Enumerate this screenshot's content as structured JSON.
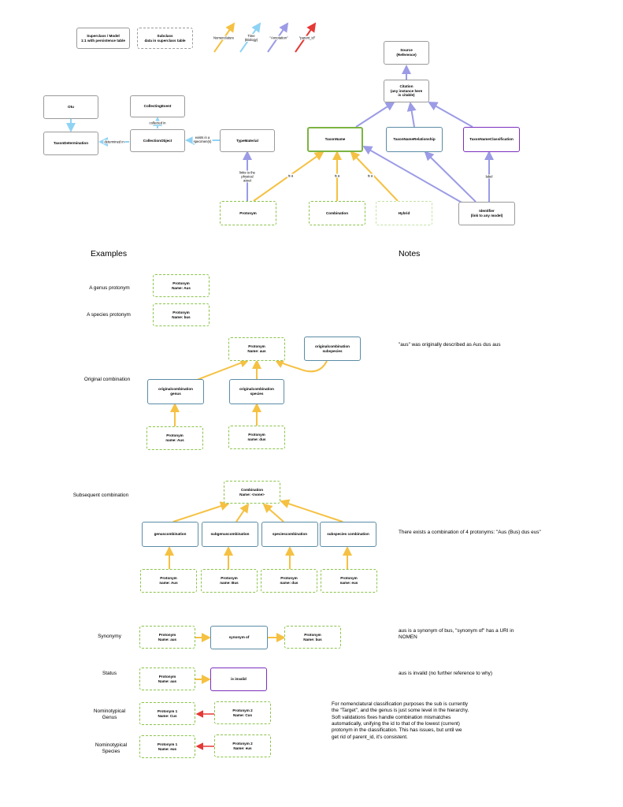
{
  "colors": {
    "nomenclature": "#f5c142",
    "time": "#8fd3f4",
    "annotation": "#9b9be6",
    "parent_id": "#e53935"
  },
  "legend": {
    "superclass": "Superclass / Model\n1:1 with persistence table",
    "subclass": "Subclass\ndata in superclass table",
    "nomenclature": "Nomenclature",
    "time": "Time\n(Biology)",
    "annotation": "\"Annotation\"",
    "parent_id": "\"parent_id\""
  },
  "model": {
    "source": "Source\n(Reference)",
    "citation": "Citation\n(any instance here\nis citable)",
    "otu": "Otu",
    "collecting_event": "CollectingEvent",
    "taxon_determination": "TaxonDetermination",
    "collection_object": "CollectionObject",
    "type_material": "TypeMaterial",
    "taxon_name": "TaxonName",
    "taxon_name_relationship": "TaxonNameRelationship",
    "taxon_name_classification": "TaxonNameClassification",
    "protonym": "Protonym",
    "combination": "Combination",
    "hybrid": "Hybrid",
    "identifier": "Identifier\n(link to any model)",
    "edge_collected_in": "collected in",
    "edge_determined_in": "determined in",
    "edge_exists_in": "exists in a\nspecimen(s)",
    "edge_links_to": "links to the\nphysical\nasset",
    "edge_is_a_1": "is a",
    "edge_is_a_2": "is a",
    "edge_is_a_3": "is a",
    "edge_label": "label"
  },
  "headings": {
    "examples": "Examples",
    "notes": "Notes"
  },
  "examples": {
    "genus_protonym": {
      "label": "A genus protonym",
      "box": "Protonym\nName: Aus"
    },
    "species_protonym": {
      "label": "A species protonym",
      "box": "Protonym\nName: bus"
    },
    "original_combination": {
      "label": "Original combination",
      "top": "Protonym\nName: aus",
      "subspecies": "originalcombination\nsubspecies",
      "genus": "originalcombination\ngenus",
      "species": "originalcombination\nspecies",
      "p_genus": "Protonym\nname: Aus",
      "p_species": "Protonym\nname: dus",
      "note": "\"aus\" was originally described as Aus dus aus"
    },
    "subsequent_combination": {
      "label": "Subsequent combination",
      "top": "Combination\nName: <none>",
      "genus": "genuscombination",
      "subgenus": "subgenuscombination",
      "species": "speciescombination",
      "subspecies": "subspecies combination",
      "p1": "Protonym\nname: Aus",
      "p2": "Protonym\nname: Bus",
      "p3": "Protonym\nname: dus",
      "p4": "Protonym\nname: eus",
      "note": "There exists a combination of 4 protonyms: \"Aus (Bus) dus eus\""
    },
    "synonymy": {
      "label": "Synonymy",
      "left": "Protonym\nName: aus",
      "middle": "synonym of",
      "right": "Protonym\nName: bus",
      "note": "aus is a synonym of bus, \"synonym of\" has a URI in\nNOMEN"
    },
    "status": {
      "label": "Status",
      "left": "Protonym\nName: aus",
      "right": "is invalid",
      "note": "aus is invalid (no further reference to why)"
    },
    "nominotypical_genus": {
      "label": "Nominotypical\nGenus",
      "left": "Protonym 1\nName: Cus",
      "right": "Protonym 2\nName: Cus"
    },
    "nominotypical_species": {
      "label": "Nominotypical\nSpecies",
      "left": "Protonym 1\nName: eus",
      "right": "Protonym 2\nName: eus"
    },
    "nominotypical_note": "For nomenclatural classification purposes the sub is currently the \"Target\", and the genus is just some level in the hierarchy. Soft validations fixes handle combination mismatches automatically, unifying the id to that of the lowest (current) protonym in the classification. This has issues, but until we get rid of parent_id, it's consistent."
  }
}
